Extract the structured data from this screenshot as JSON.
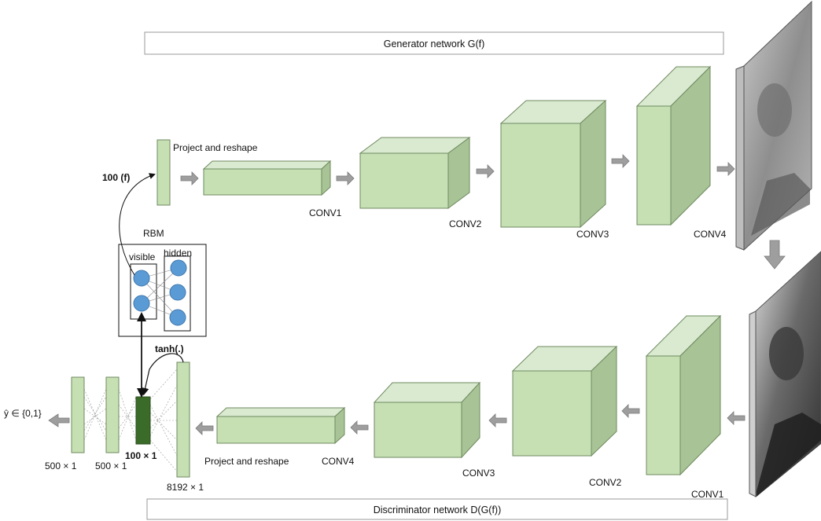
{
  "generator": {
    "title": "Generator network G(f)",
    "input_label": "100 (f)",
    "project_label": "Project and reshape",
    "conv_labels": [
      "CONV1",
      "CONV2",
      "CONV3",
      "CONV4"
    ]
  },
  "rbm": {
    "title": "RBM",
    "visible_label": "visible",
    "hidden_label": "hidden"
  },
  "discriminator": {
    "title": "Discriminator network D(G(f))",
    "conv_labels": [
      "CONV1",
      "CONV2",
      "CONV3",
      "CONV4"
    ],
    "project_label": "Project and reshape",
    "activation_label": "tanh(.)",
    "layer_sizes": [
      "8192 × 1",
      "100 × 1",
      "500 × 1",
      "500 × 1"
    ],
    "output_label": "ŷ ∈ {0,1}"
  },
  "colors": {
    "block_front": "#c6e0b4",
    "block_top": "#d9ead0",
    "block_side": "#a8c496",
    "block_edge": "#6f8a5f",
    "bottleneck": "#3b6b28",
    "node": "#5b9bd5",
    "arrow": "#9e9e9e"
  }
}
